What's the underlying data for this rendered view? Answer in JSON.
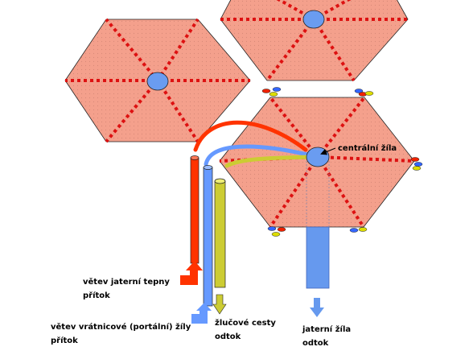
{
  "labels": {
    "central_vein": "centrální žíla",
    "hepatic_artery_l1": "větev jaterní tepny",
    "hepatic_artery_l2": "přítok",
    "portal_vein_l1": "větev vrátnicové (portální) žíly",
    "portal_vein_l2": "přítok",
    "bile_duct_l1": "žlučové cesty",
    "bile_duct_l2": "odtok",
    "hepatic_vein_l1": "jaterní žíla",
    "hepatic_vein_l2": "odtok"
  },
  "colors": {
    "lobule_fill": "#f4a08c",
    "lobule_dots": "#d98a78",
    "septum_dashes": "#dd1111",
    "central_vein": "#6a9cf0",
    "artery": "#ff3300",
    "portal_vein": "#6699ff",
    "bile_duct": "#cccc33",
    "hepatic_vein_drain": "#6699ee",
    "triad_red": "#ee2200",
    "triad_blue": "#3366ff",
    "triad_yellow": "#dddd00"
  }
}
